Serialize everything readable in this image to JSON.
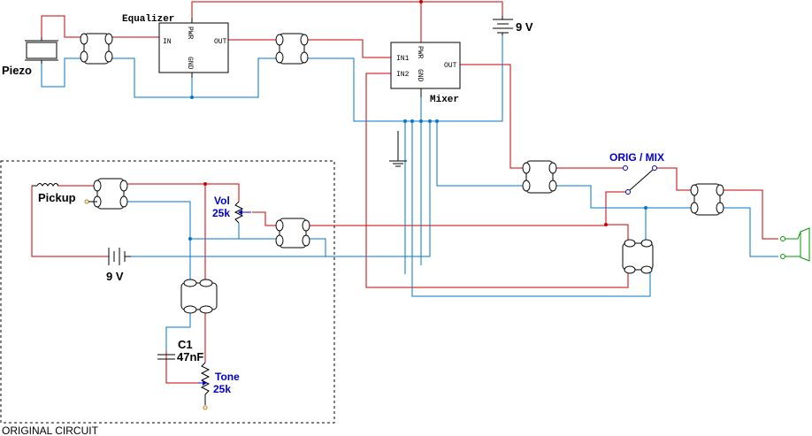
{
  "colors": {
    "hot_wire": "#cc0000",
    "ground_wire": "#0077cc",
    "component": "#000000",
    "label_blue": "#0000cc",
    "pot_wiper": "#0000cc",
    "jack": "#009900",
    "terminal": "#cc7700"
  },
  "labels": {
    "piezo": "Piezo",
    "equalizer": "Equalizer",
    "equalizer_in": "IN",
    "equalizer_out": "OUT",
    "equalizer_pwr": "PWR",
    "equalizer_gnd": "GND",
    "battery_top": "9 V",
    "mixer": "Mixer",
    "mixer_in1": "IN1",
    "mixer_in2": "IN2",
    "mixer_out": "OUT",
    "mixer_pwr": "PWR",
    "mixer_gnd": "GND",
    "switch": "ORIG / MIX",
    "pickup": "Pickup",
    "vol": "Vol",
    "vol_value": "25k",
    "battery_bottom": "9 V",
    "c1": "C1",
    "c1_value": "47nF",
    "tone": "Tone",
    "tone_value": "25k",
    "original_circuit": "ORIGINAL CIRCUIT"
  }
}
